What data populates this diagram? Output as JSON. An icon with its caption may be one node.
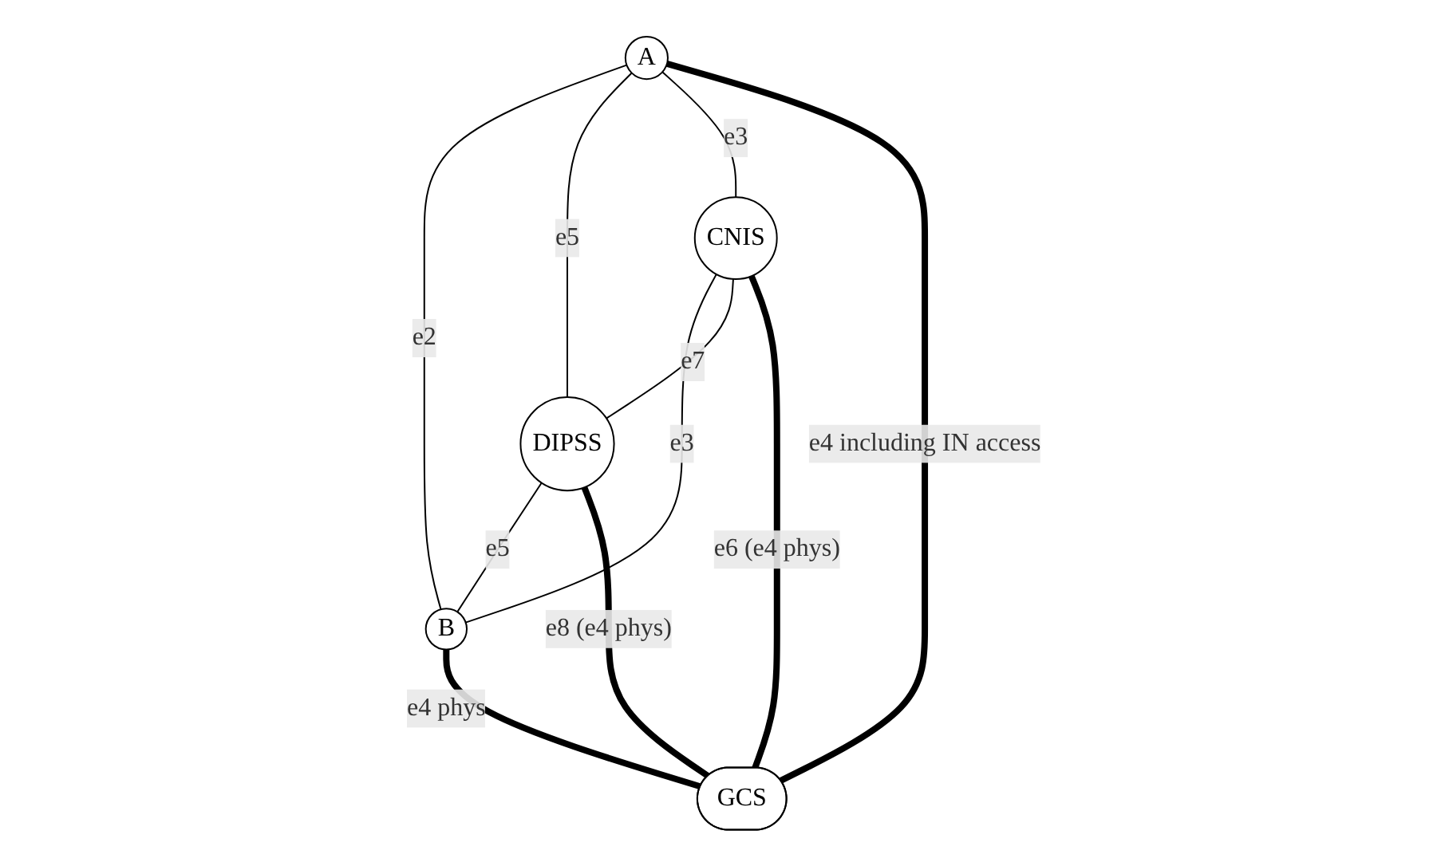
{
  "diagram": {
    "nodes": [
      {
        "text": [
          "A"
        ]
      },
      {
        "text": [
          "CNIS"
        ]
      },
      {
        "text": [
          "DIPSS"
        ]
      },
      {
        "text": [
          "B"
        ]
      },
      {
        "text": [
          "GCS"
        ]
      }
    ],
    "edges": [
      {
        "from": 0,
        "to": 3,
        "arrow": "none",
        "label": "e2"
      },
      {
        "from": 0,
        "to": 2,
        "arrow": "none",
        "label": "e5"
      },
      {
        "from": 1,
        "to": 3,
        "arrow": "none",
        "label": "e3"
      },
      {
        "from": 0,
        "to": 1,
        "arrow": "none",
        "label": "e3"
      },
      {
        "from": 1,
        "to": 2,
        "arrow": "none",
        "label": "e7"
      },
      {
        "from": 2,
        "to": 3,
        "arrow": "none",
        "label": "e5"
      },
      {
        "from": 0,
        "to": 4,
        "arrow": "none",
        "label": "e4 including IN access",
        "style": "thick"
      },
      {
        "from": 1,
        "to": 4,
        "arrow": "none",
        "label": "e6 (e4 phys)",
        "style": "thick"
      },
      {
        "from": 2,
        "to": 4,
        "arrow": "none",
        "label": "e8 (e4 phys)",
        "style": "thick"
      },
      {
        "from": 3,
        "to": 4,
        "arrow": "none",
        "label": "e4 phys",
        "style": "thick"
      }
    ]
  }
}
